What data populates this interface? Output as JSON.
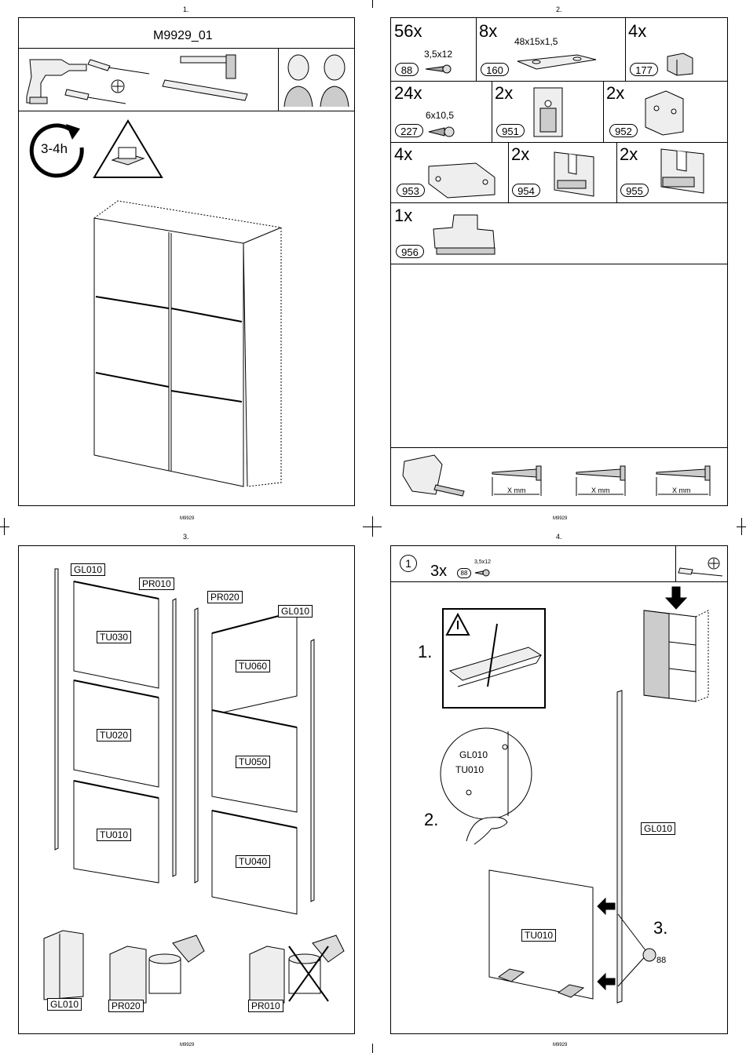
{
  "pages": {
    "p1": {
      "number": "1.",
      "model": "M9929_01",
      "time": "3-4h",
      "footer": "M9929"
    },
    "p2": {
      "number": "2.",
      "footer": "M9929",
      "parts": [
        {
          "qty": "56x",
          "id": "88",
          "size": "3,5x12"
        },
        {
          "qty": "8x",
          "id": "160",
          "size": "48x15x1,5"
        },
        {
          "qty": "4x",
          "id": "177"
        },
        {
          "qty": "24x",
          "id": "227",
          "size": "6x10,5"
        },
        {
          "qty": "2x",
          "id": "951"
        },
        {
          "qty": "2x",
          "id": "952"
        },
        {
          "qty": "4x",
          "id": "953"
        },
        {
          "qty": "2x",
          "id": "954"
        },
        {
          "qty": "2x",
          "id": "955"
        },
        {
          "qty": "1x",
          "id": "956"
        }
      ],
      "screw_labels": [
        "X mm",
        "X mm",
        "X mm"
      ]
    },
    "p3": {
      "number": "3.",
      "footer": "M9929",
      "labels": [
        "GL010",
        "PR010",
        "PR020",
        "GL010",
        "TU030",
        "TU020",
        "TU010",
        "TU060",
        "TU050",
        "TU040"
      ],
      "bottom_labels": [
        "GL010",
        "PR020",
        "PR010"
      ]
    },
    "p4": {
      "number": "4.",
      "footer": "M9929",
      "step": "1",
      "qty": "3x",
      "part_id": "88",
      "part_size": "3,5x12",
      "sub1": "1.",
      "sub2": "2.",
      "sub3": "3.",
      "detail_gl": "GL010",
      "detail_tu": "TU010",
      "gl_label": "GL010",
      "tu_label": "TU010",
      "screw_id": "88"
    }
  },
  "colors": {
    "line": "#000000",
    "paper": "#ffffff",
    "light": "#e8e8e8"
  }
}
